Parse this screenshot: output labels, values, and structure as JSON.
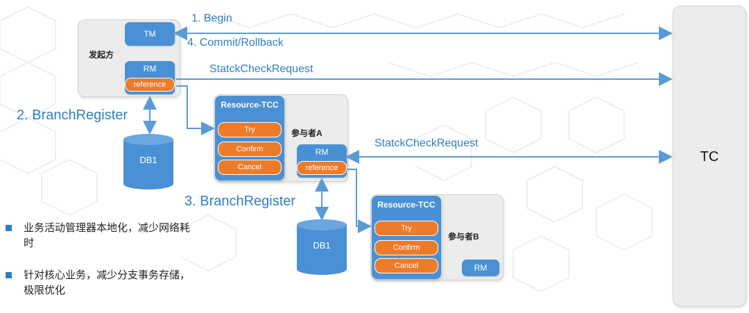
{
  "colors": {
    "accent_blue": "#4a90d4",
    "orange": "#ec7b2a",
    "arrow_blue": "#5b9bd5",
    "panel_gray": "#ececec",
    "text_blue": "#2f7fc0"
  },
  "initiator": {
    "label": "发起方",
    "tm": "TM",
    "rm": "RM",
    "reference": "reference"
  },
  "participant_a": {
    "label": "参与者A",
    "tcc_title": "Resource-TCC",
    "try": "Try",
    "confirm": "Confirm",
    "cancel": "Cancel",
    "rm": "RM",
    "reference": "reference"
  },
  "participant_b": {
    "label": "参与者B",
    "tcc_title": "Resource-TCC",
    "try": "Try",
    "confirm": "Confirm",
    "cancel": "Cancel",
    "rm": "RM"
  },
  "tc": {
    "label": "TC"
  },
  "messages": {
    "begin": "1. Begin",
    "commit": "4. Commit/Rollback",
    "statck1": "StatckCheckRequest",
    "statck2": "StatckCheckRequest",
    "branch2": "2. BranchRegister",
    "branch3": "3. BranchRegister"
  },
  "databases": {
    "db1_a": "DB1",
    "db1_b": "DB1"
  },
  "bullets": [
    "业务活动管理器本地化，减少网络耗时",
    "针对核心业务，减少分支事务存储，极限优化"
  ]
}
